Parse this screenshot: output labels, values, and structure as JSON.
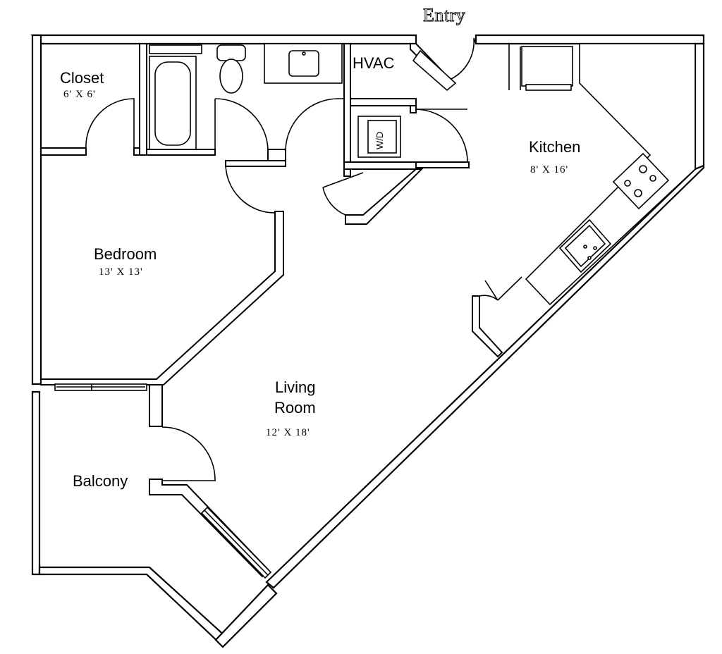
{
  "entry": {
    "label": "Entry"
  },
  "rooms": {
    "closet": {
      "name": "Closet",
      "dims": "6' X 6'"
    },
    "hvac": {
      "name": "HVAC"
    },
    "washer_dryer": {
      "name": "W/D"
    },
    "kitchen": {
      "name": "Kitchen",
      "dims": "8' X 16'"
    },
    "bedroom": {
      "name": "Bedroom",
      "dims": "13' X 13'"
    },
    "living_room": {
      "name_line1": "Living",
      "name_line2": "Room",
      "dims": "12' X 18'"
    },
    "balcony": {
      "name": "Balcony"
    }
  }
}
